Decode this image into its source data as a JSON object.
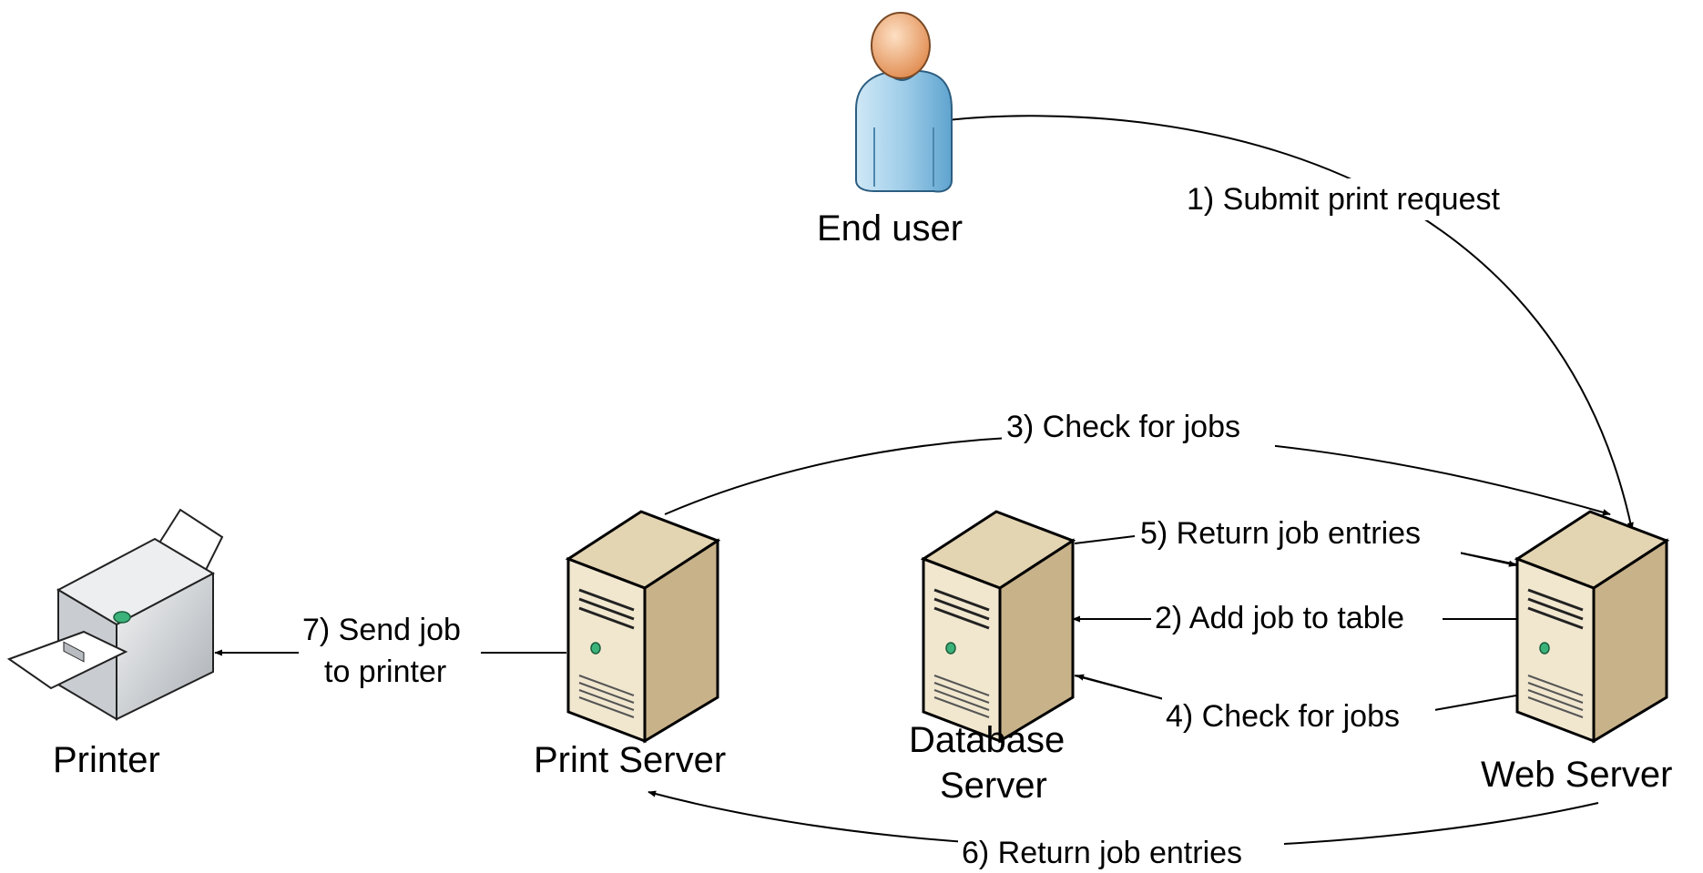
{
  "nodes": {
    "end_user": {
      "label": "End user",
      "icon": "user-icon"
    },
    "printer": {
      "label": "Printer",
      "icon": "printer-icon"
    },
    "print_server": {
      "label": "Print Server",
      "icon": "server-icon"
    },
    "database_server": {
      "label_line1": "Database",
      "label_line2": "Server",
      "icon": "server-icon"
    },
    "web_server": {
      "label": "Web Server",
      "icon": "server-icon"
    }
  },
  "edges": {
    "step1": "1) Submit print request",
    "step2": "2) Add job to table",
    "step3": "3) Check for jobs",
    "step4": "4) Check for jobs",
    "step5": "5) Return job entries",
    "step6": "6) Return job entries",
    "step7_line1": "7) Send job",
    "step7_line2": "to printer"
  },
  "colors": {
    "server_front": "#f1e7cf",
    "server_side": "#c8b28a",
    "server_top": "#e3d4b2",
    "user_body": "#9fcde9",
    "user_head": "#f2b07c",
    "printer_body": "#d9dcdf"
  }
}
